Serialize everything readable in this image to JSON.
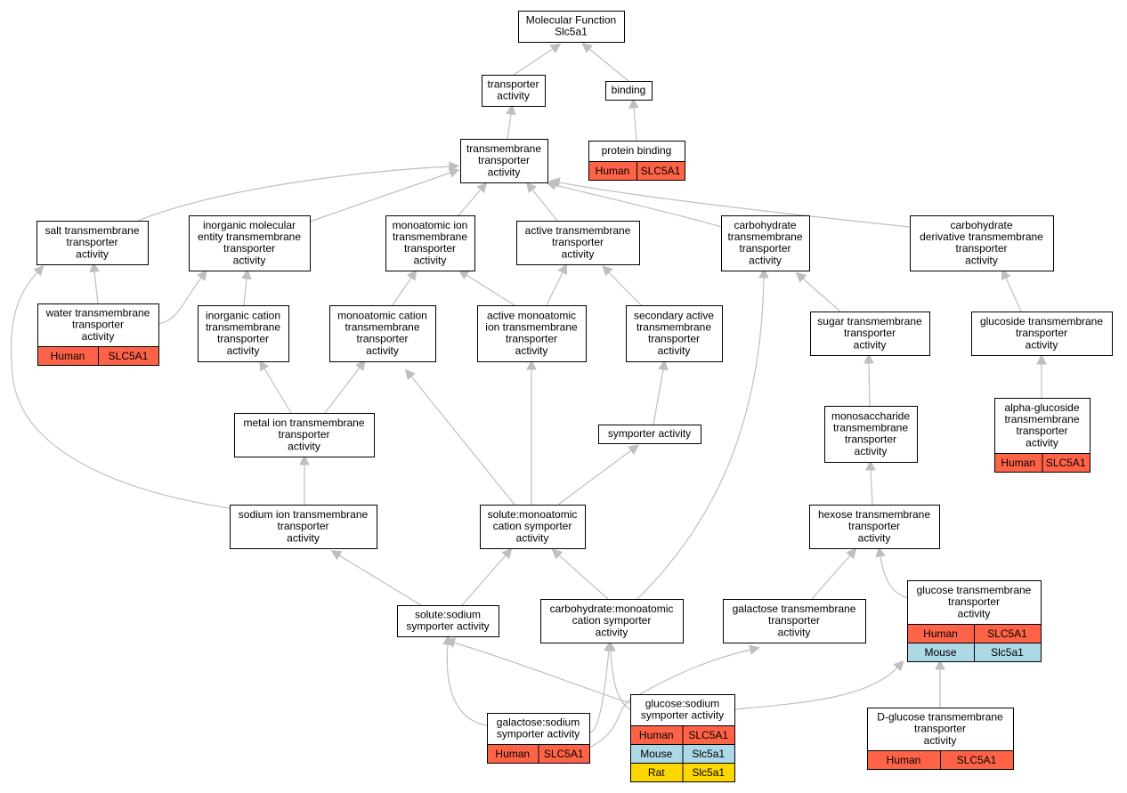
{
  "colors": {
    "edge": "#bfbfbf",
    "Human": "#ff6347",
    "Mouse": "#add8e6",
    "Rat": "#ffd700"
  },
  "nodes": [
    {
      "id": "mf",
      "lines": [
        "Molecular Function",
        "Slc5a1"
      ],
      "rows": []
    },
    {
      "id": "transporter",
      "lines": [
        "transporter",
        "activity"
      ],
      "rows": []
    },
    {
      "id": "binding",
      "lines": [
        "binding"
      ],
      "rows": []
    },
    {
      "id": "protein_binding",
      "lines": [
        "protein binding"
      ],
      "rows": [
        [
          "Human",
          "SLC5A1"
        ]
      ]
    },
    {
      "id": "tmt",
      "lines": [
        "transmembrane",
        "transporter",
        "activity"
      ],
      "rows": []
    },
    {
      "id": "salt",
      "lines": [
        "salt transmembrane",
        "transporter",
        "activity"
      ],
      "rows": []
    },
    {
      "id": "inorg_mol",
      "lines": [
        "inorganic molecular",
        "entity transmembrane",
        "transporter",
        "activity"
      ],
      "rows": []
    },
    {
      "id": "mono_ion",
      "lines": [
        "monoatomic ion",
        "transmembrane",
        "transporter",
        "activity"
      ],
      "rows": []
    },
    {
      "id": "active",
      "lines": [
        "active transmembrane",
        "transporter",
        "activity"
      ],
      "rows": []
    },
    {
      "id": "carb",
      "lines": [
        "carbohydrate",
        "transmembrane",
        "transporter",
        "activity"
      ],
      "rows": []
    },
    {
      "id": "carb_deriv",
      "lines": [
        "carbohydrate",
        "derivative transmembrane",
        "transporter",
        "activity"
      ],
      "rows": []
    },
    {
      "id": "water",
      "lines": [
        "water transmembrane",
        "transporter",
        "activity"
      ],
      "rows": [
        [
          "Human",
          "SLC5A1"
        ]
      ]
    },
    {
      "id": "inorg_cation",
      "lines": [
        "inorganic cation",
        "transmembrane",
        "transporter",
        "activity"
      ],
      "rows": []
    },
    {
      "id": "mono_cation",
      "lines": [
        "monoatomic cation",
        "transmembrane",
        "transporter",
        "activity"
      ],
      "rows": []
    },
    {
      "id": "active_mono",
      "lines": [
        "active monoatomic",
        "ion transmembrane",
        "transporter",
        "activity"
      ],
      "rows": []
    },
    {
      "id": "secondary",
      "lines": [
        "secondary active",
        "transmembrane",
        "transporter",
        "activity"
      ],
      "rows": []
    },
    {
      "id": "sugar",
      "lines": [
        "sugar transmembrane",
        "transporter",
        "activity"
      ],
      "rows": []
    },
    {
      "id": "glucoside",
      "lines": [
        "glucoside transmembrane",
        "transporter",
        "activity"
      ],
      "rows": []
    },
    {
      "id": "metal",
      "lines": [
        "metal ion transmembrane",
        "transporter",
        "activity"
      ],
      "rows": []
    },
    {
      "id": "symporter",
      "lines": [
        "symporter activity"
      ],
      "rows": []
    },
    {
      "id": "monosacch",
      "lines": [
        "monosaccharide",
        "transmembrane",
        "transporter",
        "activity"
      ],
      "rows": []
    },
    {
      "id": "alpha_gluc",
      "lines": [
        "alpha-glucoside",
        "transmembrane",
        "transporter",
        "activity"
      ],
      "rows": [
        [
          "Human",
          "SLC5A1"
        ]
      ]
    },
    {
      "id": "sodium",
      "lines": [
        "sodium ion transmembrane",
        "transporter",
        "activity"
      ],
      "rows": []
    },
    {
      "id": "solute_mono",
      "lines": [
        "solute:monoatomic",
        "cation symporter",
        "activity"
      ],
      "rows": []
    },
    {
      "id": "hexose",
      "lines": [
        "hexose transmembrane",
        "transporter",
        "activity"
      ],
      "rows": []
    },
    {
      "id": "solute_sodium",
      "lines": [
        "solute:sodium",
        "symporter activity"
      ],
      "rows": []
    },
    {
      "id": "carb_mono",
      "lines": [
        "carbohydrate:monoatomic",
        "cation symporter",
        "activity"
      ],
      "rows": []
    },
    {
      "id": "galactose_tm",
      "lines": [
        "galactose transmembrane",
        "transporter",
        "activity"
      ],
      "rows": []
    },
    {
      "id": "glucose_tm",
      "lines": [
        "glucose transmembrane",
        "transporter",
        "activity"
      ],
      "rows": [
        [
          "Human",
          "SLC5A1"
        ],
        [
          "Mouse",
          "Slc5a1"
        ]
      ]
    },
    {
      "id": "galactose_sodium",
      "lines": [
        "galactose:sodium",
        "symporter activity"
      ],
      "rows": [
        [
          "Human",
          "SLC5A1"
        ]
      ]
    },
    {
      "id": "glucose_sodium",
      "lines": [
        "glucose:sodium",
        "symporter activity"
      ],
      "rows": [
        [
          "Human",
          "SLC5A1"
        ],
        [
          "Mouse",
          "Slc5a1"
        ],
        [
          "Rat",
          "Slc5a1"
        ]
      ]
    },
    {
      "id": "dglucose",
      "lines": [
        "D-glucose transmembrane",
        "transporter",
        "activity"
      ],
      "rows": [
        [
          "Human",
          "SLC5A1"
        ]
      ]
    }
  ],
  "edges": [
    [
      "transporter",
      "mf"
    ],
    [
      "binding",
      "mf"
    ],
    [
      "protein_binding",
      "binding"
    ],
    [
      "tmt",
      "transporter"
    ],
    [
      "salt",
      "tmt"
    ],
    [
      "inorg_mol",
      "tmt"
    ],
    [
      "mono_ion",
      "tmt"
    ],
    [
      "active",
      "tmt"
    ],
    [
      "carb",
      "tmt"
    ],
    [
      "carb_deriv",
      "tmt"
    ],
    [
      "water",
      "salt"
    ],
    [
      "water",
      "inorg_mol"
    ],
    [
      "inorg_cation",
      "inorg_mol"
    ],
    [
      "mono_cation",
      "mono_ion"
    ],
    [
      "active_mono",
      "mono_ion"
    ],
    [
      "active_mono",
      "active"
    ],
    [
      "secondary",
      "active"
    ],
    [
      "sugar",
      "carb"
    ],
    [
      "glucoside",
      "carb_deriv"
    ],
    [
      "metal",
      "inorg_cation"
    ],
    [
      "metal",
      "mono_cation"
    ],
    [
      "symporter",
      "secondary"
    ],
    [
      "monosacch",
      "sugar"
    ],
    [
      "alpha_gluc",
      "glucoside"
    ],
    [
      "sodium",
      "salt"
    ],
    [
      "sodium",
      "metal"
    ],
    [
      "solute_mono",
      "mono_cation"
    ],
    [
      "solute_mono",
      "active_mono"
    ],
    [
      "solute_mono",
      "symporter"
    ],
    [
      "hexose",
      "monosacch"
    ],
    [
      "solute_sodium",
      "sodium"
    ],
    [
      "solute_sodium",
      "solute_mono"
    ],
    [
      "carb_mono",
      "solute_mono"
    ],
    [
      "carb_mono",
      "carb"
    ],
    [
      "galactose_tm",
      "hexose"
    ],
    [
      "glucose_tm",
      "hexose"
    ],
    [
      "galactose_sodium",
      "solute_sodium"
    ],
    [
      "galactose_sodium",
      "carb_mono"
    ],
    [
      "glucose_sodium",
      "solute_sodium"
    ],
    [
      "glucose_sodium",
      "carb_mono"
    ],
    [
      "glucose_sodium",
      "galactose_tm"
    ],
    [
      "glucose_sodium",
      "glucose_tm"
    ],
    [
      "dglucose",
      "glucose_tm"
    ]
  ]
}
